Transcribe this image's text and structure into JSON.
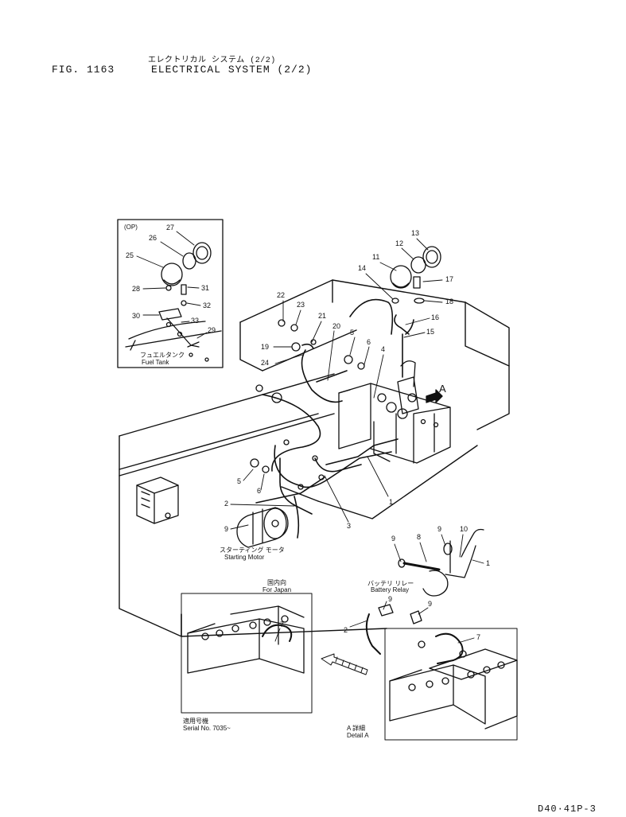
{
  "header": {
    "fig_number": "FIG. 1163",
    "title_jp": "エレクトリカル システム (2/2)",
    "title_en": "ELECTRICAL SYSTEM (2/2)"
  },
  "inset_op": {
    "tag": "(OP)",
    "caption_jp": "フュエルタンク",
    "caption_en": "Fuel Tank"
  },
  "labels": {
    "starting_motor_jp": "スターティング モータ",
    "starting_motor_en": "Starting Motor",
    "battery_relay_jp": "バッテリ リレー",
    "battery_relay_en": "Battery Relay",
    "for_japan_jp": "国内向",
    "for_japan_en": "For Japan",
    "serial_jp": "適用号機",
    "serial_en": "Serial No. 7035~",
    "detail_jp": "A 詳細",
    "detail_en": "Detail A",
    "view_marker": "A"
  },
  "callouts": [
    "1",
    "2",
    "3",
    "4",
    "5",
    "6",
    "7",
    "8",
    "9",
    "10",
    "11",
    "12",
    "13",
    "14",
    "15",
    "16",
    "17",
    "18",
    "19",
    "20",
    "21",
    "22",
    "23",
    "24",
    "25",
    "26",
    "27",
    "28",
    "29",
    "30",
    "31",
    "32",
    "33"
  ],
  "page_code": "D40·41P-3"
}
